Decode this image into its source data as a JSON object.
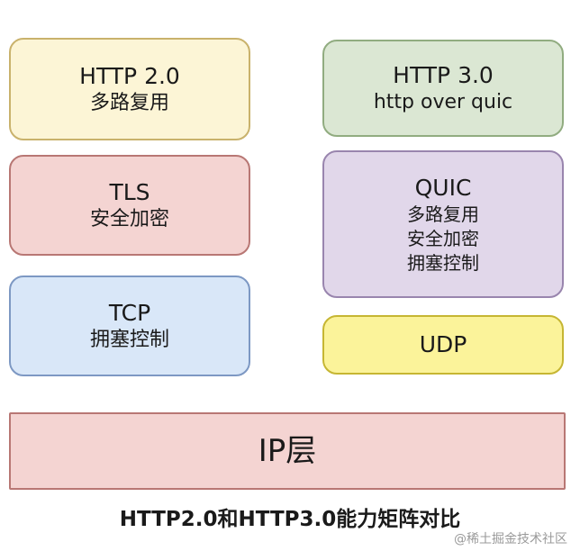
{
  "boxes": {
    "http2": {
      "title": "HTTP 2.0",
      "lines": [
        "多路复用"
      ]
    },
    "tls": {
      "title": "TLS",
      "lines": [
        "安全加密"
      ]
    },
    "tcp": {
      "title": "TCP",
      "lines": [
        "拥塞控制"
      ]
    },
    "http3": {
      "title": "HTTP 3.0",
      "lines": [
        "http over quic"
      ]
    },
    "quic": {
      "title": "QUIC",
      "lines": [
        "多路复用",
        "安全加密",
        "拥塞控制"
      ]
    },
    "udp": {
      "title": "UDP"
    },
    "ip": {
      "title": "IP层"
    }
  },
  "caption": "HTTP2.0和HTTP3.0能力矩阵对比",
  "watermark": "@稀土掘金技术社区",
  "colors": {
    "http2": "#fcf5d6",
    "tls": "#f4d4d2",
    "tcp": "#d9e7f8",
    "http3": "#dbe7d3",
    "quic": "#e1d7ea",
    "udp": "#fbf39a",
    "ip": "#f4d4d2"
  }
}
